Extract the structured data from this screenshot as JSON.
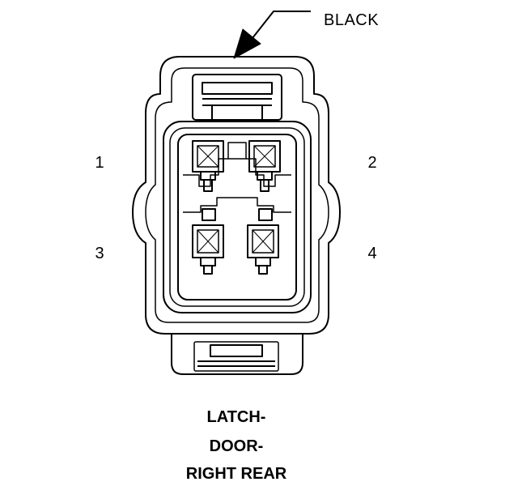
{
  "callout": {
    "color_label": "BLACK"
  },
  "pins": [
    {
      "number": "1"
    },
    {
      "number": "2"
    },
    {
      "number": "3"
    },
    {
      "number": "4"
    }
  ],
  "caption": {
    "line1": "LATCH-",
    "line2": "DOOR-",
    "line3": "RIGHT REAR"
  }
}
